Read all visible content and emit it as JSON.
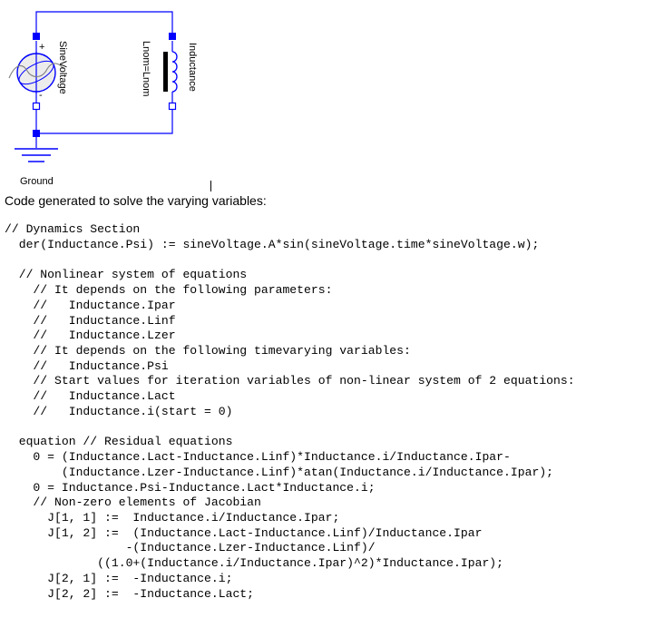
{
  "diagram": {
    "labels": {
      "ground": "Ground",
      "sine_voltage": "SineVoltage",
      "lnom": "Lnom=Lnom",
      "inductance": "Inductance",
      "plus": "+",
      "minus": "-"
    },
    "colors": {
      "wire": "#0000ff",
      "terminal": "#0000ff",
      "source_fill": "#e0e0e0"
    }
  },
  "caption": "Code generated to solve the varying variables:",
  "code_lines": [
    "// Dynamics Section",
    "  der(Inductance.Psi) := sineVoltage.A*sin(sineVoltage.time*sineVoltage.w);",
    "",
    "  // Nonlinear system of equations",
    "    // It depends on the following parameters:",
    "    //   Inductance.Ipar",
    "    //   Inductance.Linf",
    "    //   Inductance.Lzer",
    "    // It depends on the following timevarying variables:",
    "    //   Inductance.Psi",
    "    // Start values for iteration variables of non-linear system of 2 equations:",
    "    //   Inductance.Lact",
    "    //   Inductance.i(start = 0)",
    "",
    "  equation // Residual equations",
    "    0 = (Inductance.Lact-Inductance.Linf)*Inductance.i/Inductance.Ipar-",
    "        (Inductance.Lzer-Inductance.Linf)*atan(Inductance.i/Inductance.Ipar);",
    "    0 = Inductance.Psi-Inductance.Lact*Inductance.i;",
    "    // Non-zero elements of Jacobian",
    "      J[1, 1] :=  Inductance.i/Inductance.Ipar;",
    "      J[1, 2] :=  (Inductance.Lact-Inductance.Linf)/Inductance.Ipar",
    "                 -(Inductance.Lzer-Inductance.Linf)/",
    "             ((1.0+(Inductance.i/Inductance.Ipar)^2)*Inductance.Ipar);",
    "      J[2, 1] :=  -Inductance.i;",
    "      J[2, 2] :=  -Inductance.Lact;"
  ]
}
